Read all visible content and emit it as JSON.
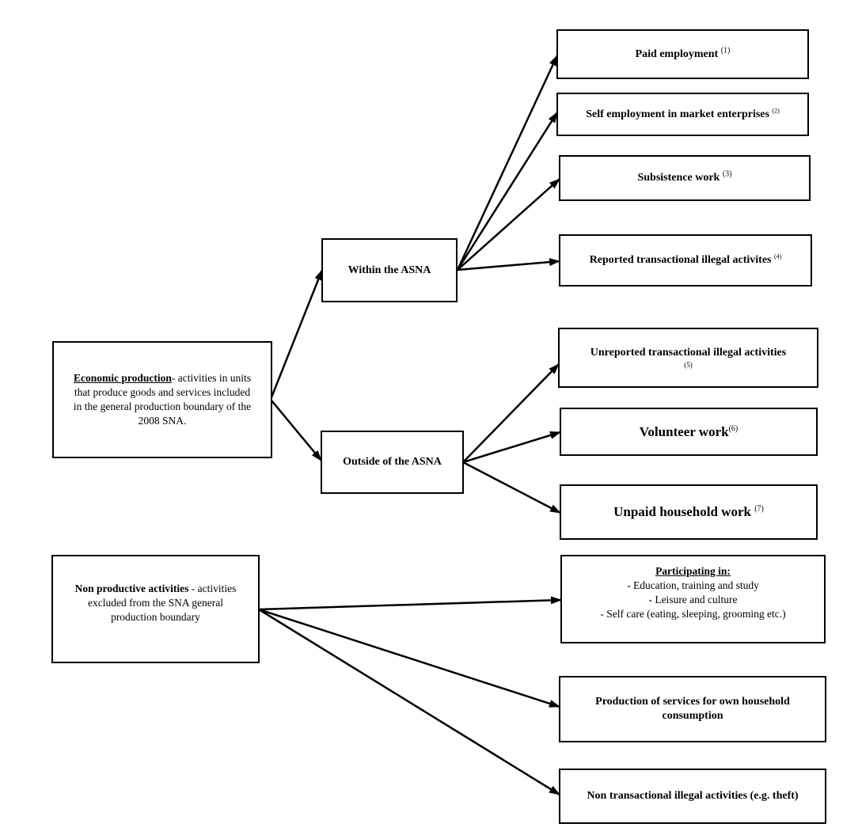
{
  "nodes": {
    "economic_production": {
      "term": "Economic production",
      "text": "- activities in units that produce goods and services included in the general production boundary of the 2008 SNA."
    },
    "non_productive": {
      "term": "Non productive activities",
      "text": " - activities excluded from the SNA general production boundary"
    },
    "within_asna": {
      "label": "Within the ASNA"
    },
    "outside_asna": {
      "label": "Outside of the ASNA"
    },
    "paid_employment": {
      "label": "Paid employment",
      "note": "(1)"
    },
    "self_employment": {
      "label": "Self employment in market enterprises",
      "note": "(2)"
    },
    "subsistence_work": {
      "label": "Subsistence work",
      "note": "(3)"
    },
    "reported_illegal": {
      "label": "Reported transactional illegal activites",
      "note": "(4)"
    },
    "unreported_illegal": {
      "label": "Unreported transactional illegal activities",
      "note": "(5)"
    },
    "volunteer_work": {
      "label": "Volunteer work",
      "note": "(6)"
    },
    "unpaid_household": {
      "label": "Unpaid household work",
      "note": "(7)"
    },
    "participating": {
      "heading": "Participating in:",
      "items": [
        "- Education, training and study",
        "- Leisure and culture",
        "- Self care (eating, sleeping, grooming etc.)"
      ]
    },
    "production_services": {
      "label": "Production of services for own household consumption"
    },
    "non_transactional": {
      "label": "Non transactional illegal activities (e.g. theft)"
    }
  },
  "edges": [
    [
      "economic_production",
      "within_asna"
    ],
    [
      "economic_production",
      "outside_asna"
    ],
    [
      "within_asna",
      "paid_employment"
    ],
    [
      "within_asna",
      "self_employment"
    ],
    [
      "within_asna",
      "subsistence_work"
    ],
    [
      "within_asna",
      "reported_illegal"
    ],
    [
      "outside_asna",
      "unreported_illegal"
    ],
    [
      "outside_asna",
      "volunteer_work"
    ],
    [
      "outside_asna",
      "unpaid_household"
    ],
    [
      "non_productive",
      "participating"
    ],
    [
      "non_productive",
      "production_services"
    ],
    [
      "non_productive",
      "non_transactional"
    ]
  ]
}
